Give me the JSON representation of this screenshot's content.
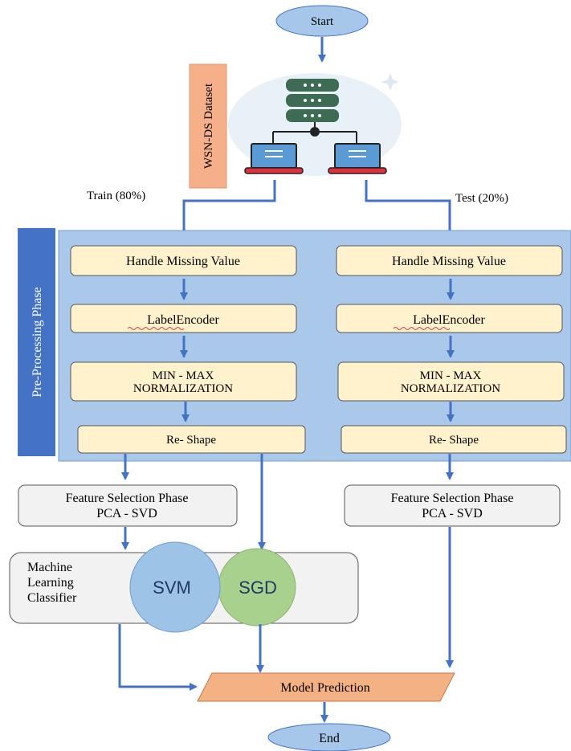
{
  "start_label": "Start",
  "end_label": "End",
  "dataset_label": "WSN-DS Dataset",
  "train_label": "Train (80%)",
  "test_label": "Test (20%)",
  "preprocessing_label": "Pre-Processing Phase",
  "train_steps": [
    "Handle Missing Value",
    "LabelEncoder",
    "MIN - MAX",
    "NORMALIZATION",
    "Re- Shape"
  ],
  "test_steps": [
    "Handle Missing Value",
    "LabelEncoder",
    "MIN - MAX",
    "NORMALIZATION",
    "Re- Shape"
  ],
  "feature_selection": [
    "Feature Selection Phase",
    "PCA - SVD"
  ],
  "classifier_label": [
    "Machine",
    "Learning",
    "Classifier"
  ],
  "classifiers": [
    "SVM",
    "SGD"
  ],
  "model_prediction": "Model Prediction",
  "colors": {
    "start_end_fill": "#a7c7ea",
    "dataset_fill": "#f5b08a",
    "phase_fill": "#a9c8ea",
    "phase_label_fill": "#4472c4",
    "step_fill": "#fff2cc",
    "gray_fill": "#f2f2f2",
    "svm_fill": "#9dc3e6",
    "sgd_fill": "#a9d18e",
    "prediction_fill": "#f4b183",
    "arrow": "#4472c4",
    "db_green": "#3d6b53",
    "laptop_blue": "#5b9bd5"
  }
}
